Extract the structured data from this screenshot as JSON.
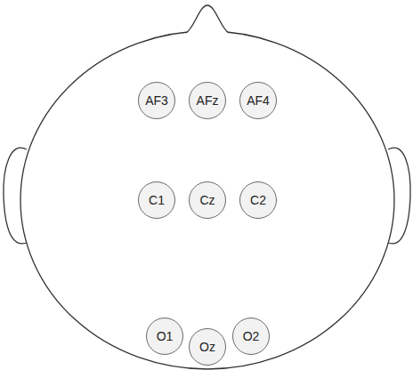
{
  "diagram": {
    "nodes": [
      {
        "text": [
          "AF3"
        ]
      },
      {
        "text": [
          "AFz"
        ]
      },
      {
        "text": [
          "AF4"
        ]
      },
      {
        "text": [
          "C1"
        ]
      },
      {
        "text": [
          "Cz"
        ]
      },
      {
        "text": [
          "C2"
        ]
      },
      {
        "text": [
          "O1"
        ]
      },
      {
        "text": [
          "Oz"
        ]
      },
      {
        "text": [
          "O2"
        ]
      }
    ]
  }
}
